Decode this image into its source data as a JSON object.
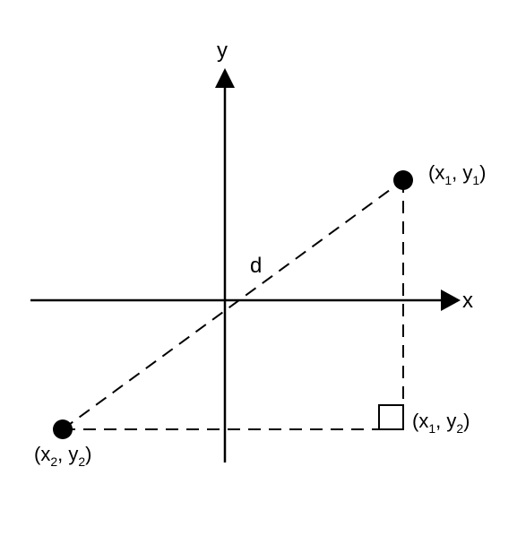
{
  "diagram": {
    "axis_x_label": "x",
    "axis_y_label": "y",
    "distance_label": "d",
    "point1": {
      "open": "(x",
      "sub_a": "1",
      "mid": ", y",
      "sub_b": "1",
      "close": ")"
    },
    "point2": {
      "open": "(x",
      "sub_a": "2",
      "mid": ", y",
      "sub_b": "2",
      "close": ")"
    },
    "corner": {
      "open": "(x",
      "sub_a": "1",
      "mid": ", y",
      "sub_b": "2",
      "close": ")"
    },
    "colors": {
      "ink": "#000000",
      "background": "#ffffff"
    }
  }
}
